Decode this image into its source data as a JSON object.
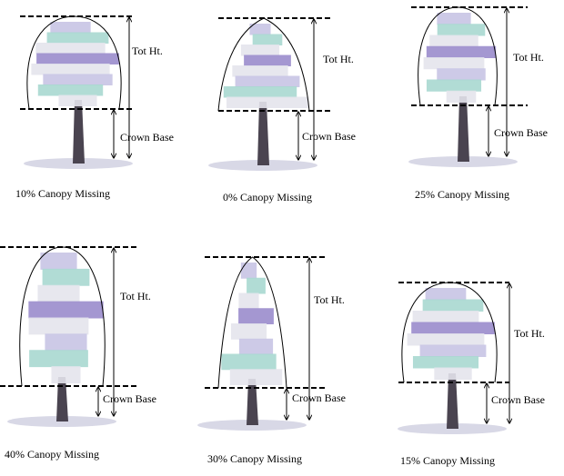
{
  "panels": [
    {
      "caption": "10% Canopy Missing",
      "total_height_label": "Tot Ht.",
      "crown_base_label": "Crown Base",
      "canopy_missing_percent": 10,
      "crown_shape": "ellipse"
    },
    {
      "caption": "0% Canopy Missing",
      "total_height_label": "Tot Ht.",
      "crown_base_label": "Crown Base",
      "canopy_missing_percent": 0,
      "crown_shape": "cone"
    },
    {
      "caption": "25% Canopy Missing",
      "total_height_label": "Tot  Ht.",
      "crown_base_label": "Crown Base",
      "canopy_missing_percent": 25,
      "crown_shape": "ellipse"
    },
    {
      "caption": "40% Canopy Missing",
      "total_height_label": "Tot Ht.",
      "crown_base_label": "Crown Base",
      "canopy_missing_percent": 40,
      "crown_shape": "ellipse"
    },
    {
      "caption": "30%  Canopy Missing",
      "total_height_label": "Tot Ht.",
      "crown_base_label": "Crown Base",
      "canopy_missing_percent": 30,
      "crown_shape": "cone"
    },
    {
      "caption": "15% Canopy Missing",
      "total_height_label": "Tot Ht.",
      "crown_base_label": "Crown Base",
      "canopy_missing_percent": 15,
      "crown_shape": "ellipse"
    }
  ],
  "colors": {
    "line": "#000000",
    "trunk": "#4a4450",
    "foliage_a": "#c8c4e4",
    "foliage_b": "#a8d8d0",
    "foliage_c": "#e4e4ec",
    "foliage_d": "#9a8ccc"
  }
}
